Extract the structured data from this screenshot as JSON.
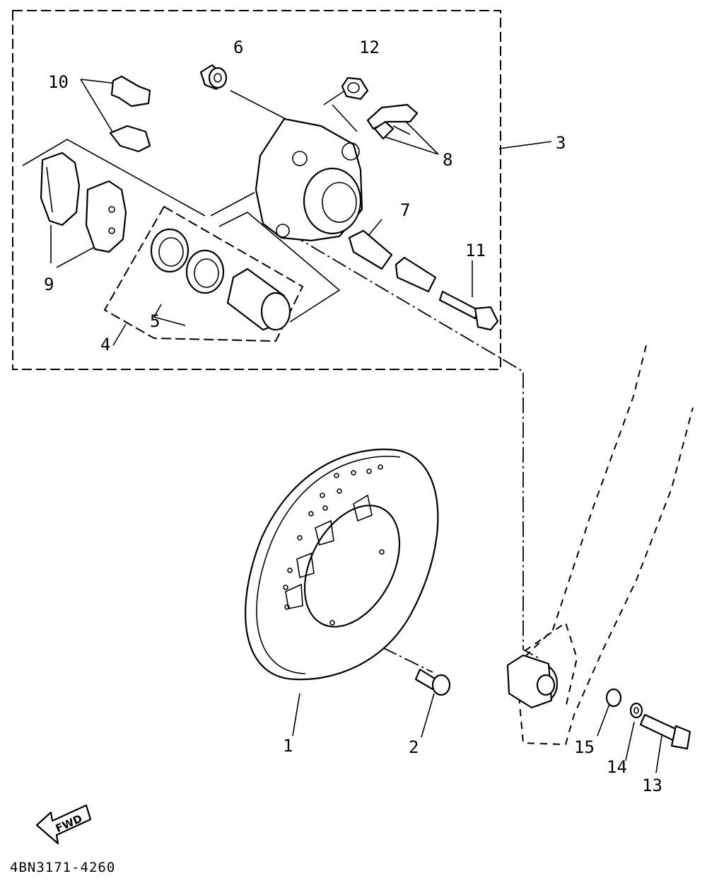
{
  "diagram": {
    "part_code": "4BN3171-4260",
    "fwd_label": "FWD",
    "callouts": {
      "c1": "1",
      "c2": "2",
      "c3": "3",
      "c4": "4",
      "c5": "5",
      "c6": "6",
      "c7": "7",
      "c8": "8",
      "c9": "9",
      "c10": "10",
      "c11": "11",
      "c12": "12",
      "c13": "13",
      "c14": "14",
      "c15": "15"
    }
  }
}
